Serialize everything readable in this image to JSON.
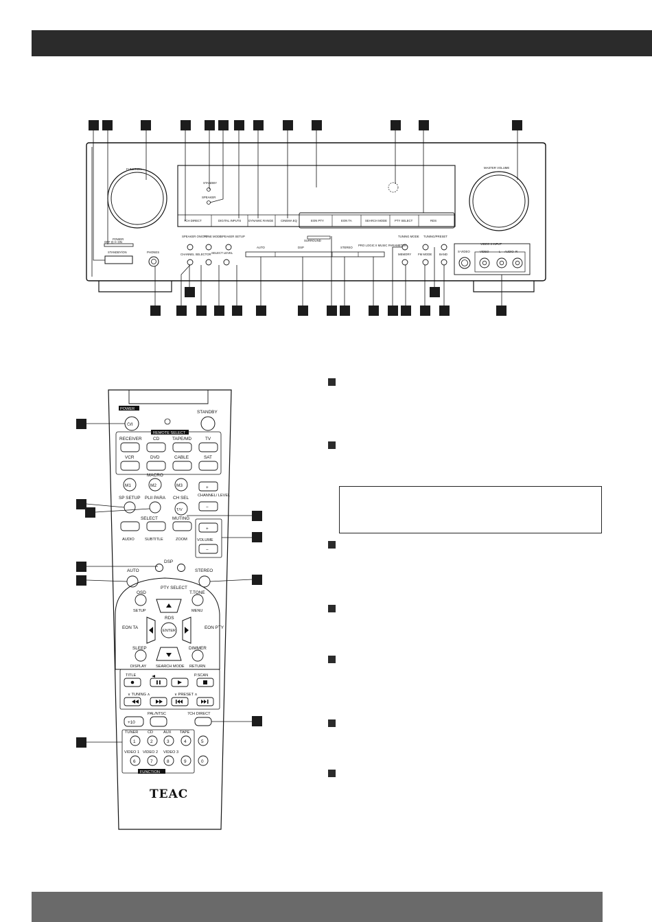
{
  "colors": {
    "header_bar": "#2b2b2b",
    "footer_bar": "#6a6a6a",
    "marker": "#2b2b2b"
  },
  "front_panel": {
    "function_label": "FUNCTION",
    "master_volume_label": "MASTER VOLUME",
    "standby_led": "STANDBY",
    "speaker_led": "SPEAKER",
    "power_label": "POWER",
    "power_switch": "OFF ⊡  ⊢ ON",
    "standby_on_button": "STANDBY/ON",
    "phones_label": "PHONES",
    "display_buttons": [
      "7CH DIRECT",
      "DIGITAL INPUTS",
      "DYNAMIC RANGE",
      "CINEMA EQ",
      "EON PTY",
      "EON TA",
      "SEARCH MODE",
      "PTY SELECT",
      "RDS"
    ],
    "speaker_on_off": "SPEAKER ON/OFF",
    "channel_selector": "CHANNEL SELECTOR",
    "tone_mode": "TONE MODE",
    "select_level": "SELECT LEVEL",
    "speaker_setup": "SPEAKER SETUP",
    "surround_label": "SURROUND",
    "auto_label": "AUTO",
    "dsp_label": "DSP",
    "stereo_label": "STEREO",
    "plii_label": "PRO LOGIC II MUSIC PARAMETER",
    "tuning_mode": "TUNING MODE",
    "memory": "MEMORY",
    "fm_mode": "FM MODE",
    "tuning_preset": "TUNING/PRESET",
    "band": "BAND",
    "video2_input": "VIDEO 2 INPUT",
    "jacks": [
      "S-VIDEO",
      "VIDEO",
      "L",
      "AUDIO",
      "R"
    ]
  },
  "remote": {
    "power": "POWER",
    "power_symbol": "⏻/I",
    "standby": "STANDBY",
    "remote_select": "REMOTE SELECT",
    "source_row1": [
      "RECEIVER",
      "CD",
      "TAPE/MD",
      "TV"
    ],
    "source_row2": [
      "VCR",
      "DVD",
      "CABLE",
      "SAT"
    ],
    "macro": "MACRO",
    "macros": [
      "M1",
      "M2",
      "M3"
    ],
    "channel_level": "CHANNEL/ LEVEL",
    "plus": "+",
    "minus": "−",
    "sp_setup": "SP SETUP",
    "plii_para": "PLII PARA",
    "ch_sel": "CH SEL",
    "tv": "T/V",
    "select": "SELECT",
    "muting": "MUTING",
    "audio": "AUDIO",
    "subtitle": "SUBTITLE",
    "zoom": "ZOOM",
    "volume": "VOLUME",
    "dsp": "DSP",
    "auto": "AUTO",
    "stereo": "STEREO",
    "osd": "OSD",
    "setup": "SETUP",
    "pty_select": "PTY SELECT",
    "ttone": "T.TONE",
    "menu": "MENU",
    "eon_ta": "EON TA",
    "eon_pty": "EON PTY",
    "rds": "RDS",
    "enter": "ENTER",
    "sleep": "SLEEP",
    "dimmer": "DIMMER",
    "display": "DISPLAY",
    "search_mode": "SEARCH MODE",
    "return": "RETURN",
    "title": "TITLE",
    "pscan": "P.SCAN",
    "tuning": "∨ TUNING ∧",
    "preset": "∨ PRESET ∧",
    "plus10": "+10",
    "pal_ntsc": "PAL/NTSC",
    "ch7_direct": "7CH DIRECT",
    "function_names": [
      "TUNER",
      "CD",
      "AUX",
      "TAPE"
    ],
    "video_names": [
      "VIDEO 1",
      "VIDEO 2",
      "VIDEO 3"
    ],
    "digits": [
      "1",
      "2",
      "3",
      "4",
      "5",
      "6",
      "7",
      "8",
      "9",
      "0"
    ],
    "function": "FUNCTION",
    "brand": "TEAC"
  }
}
